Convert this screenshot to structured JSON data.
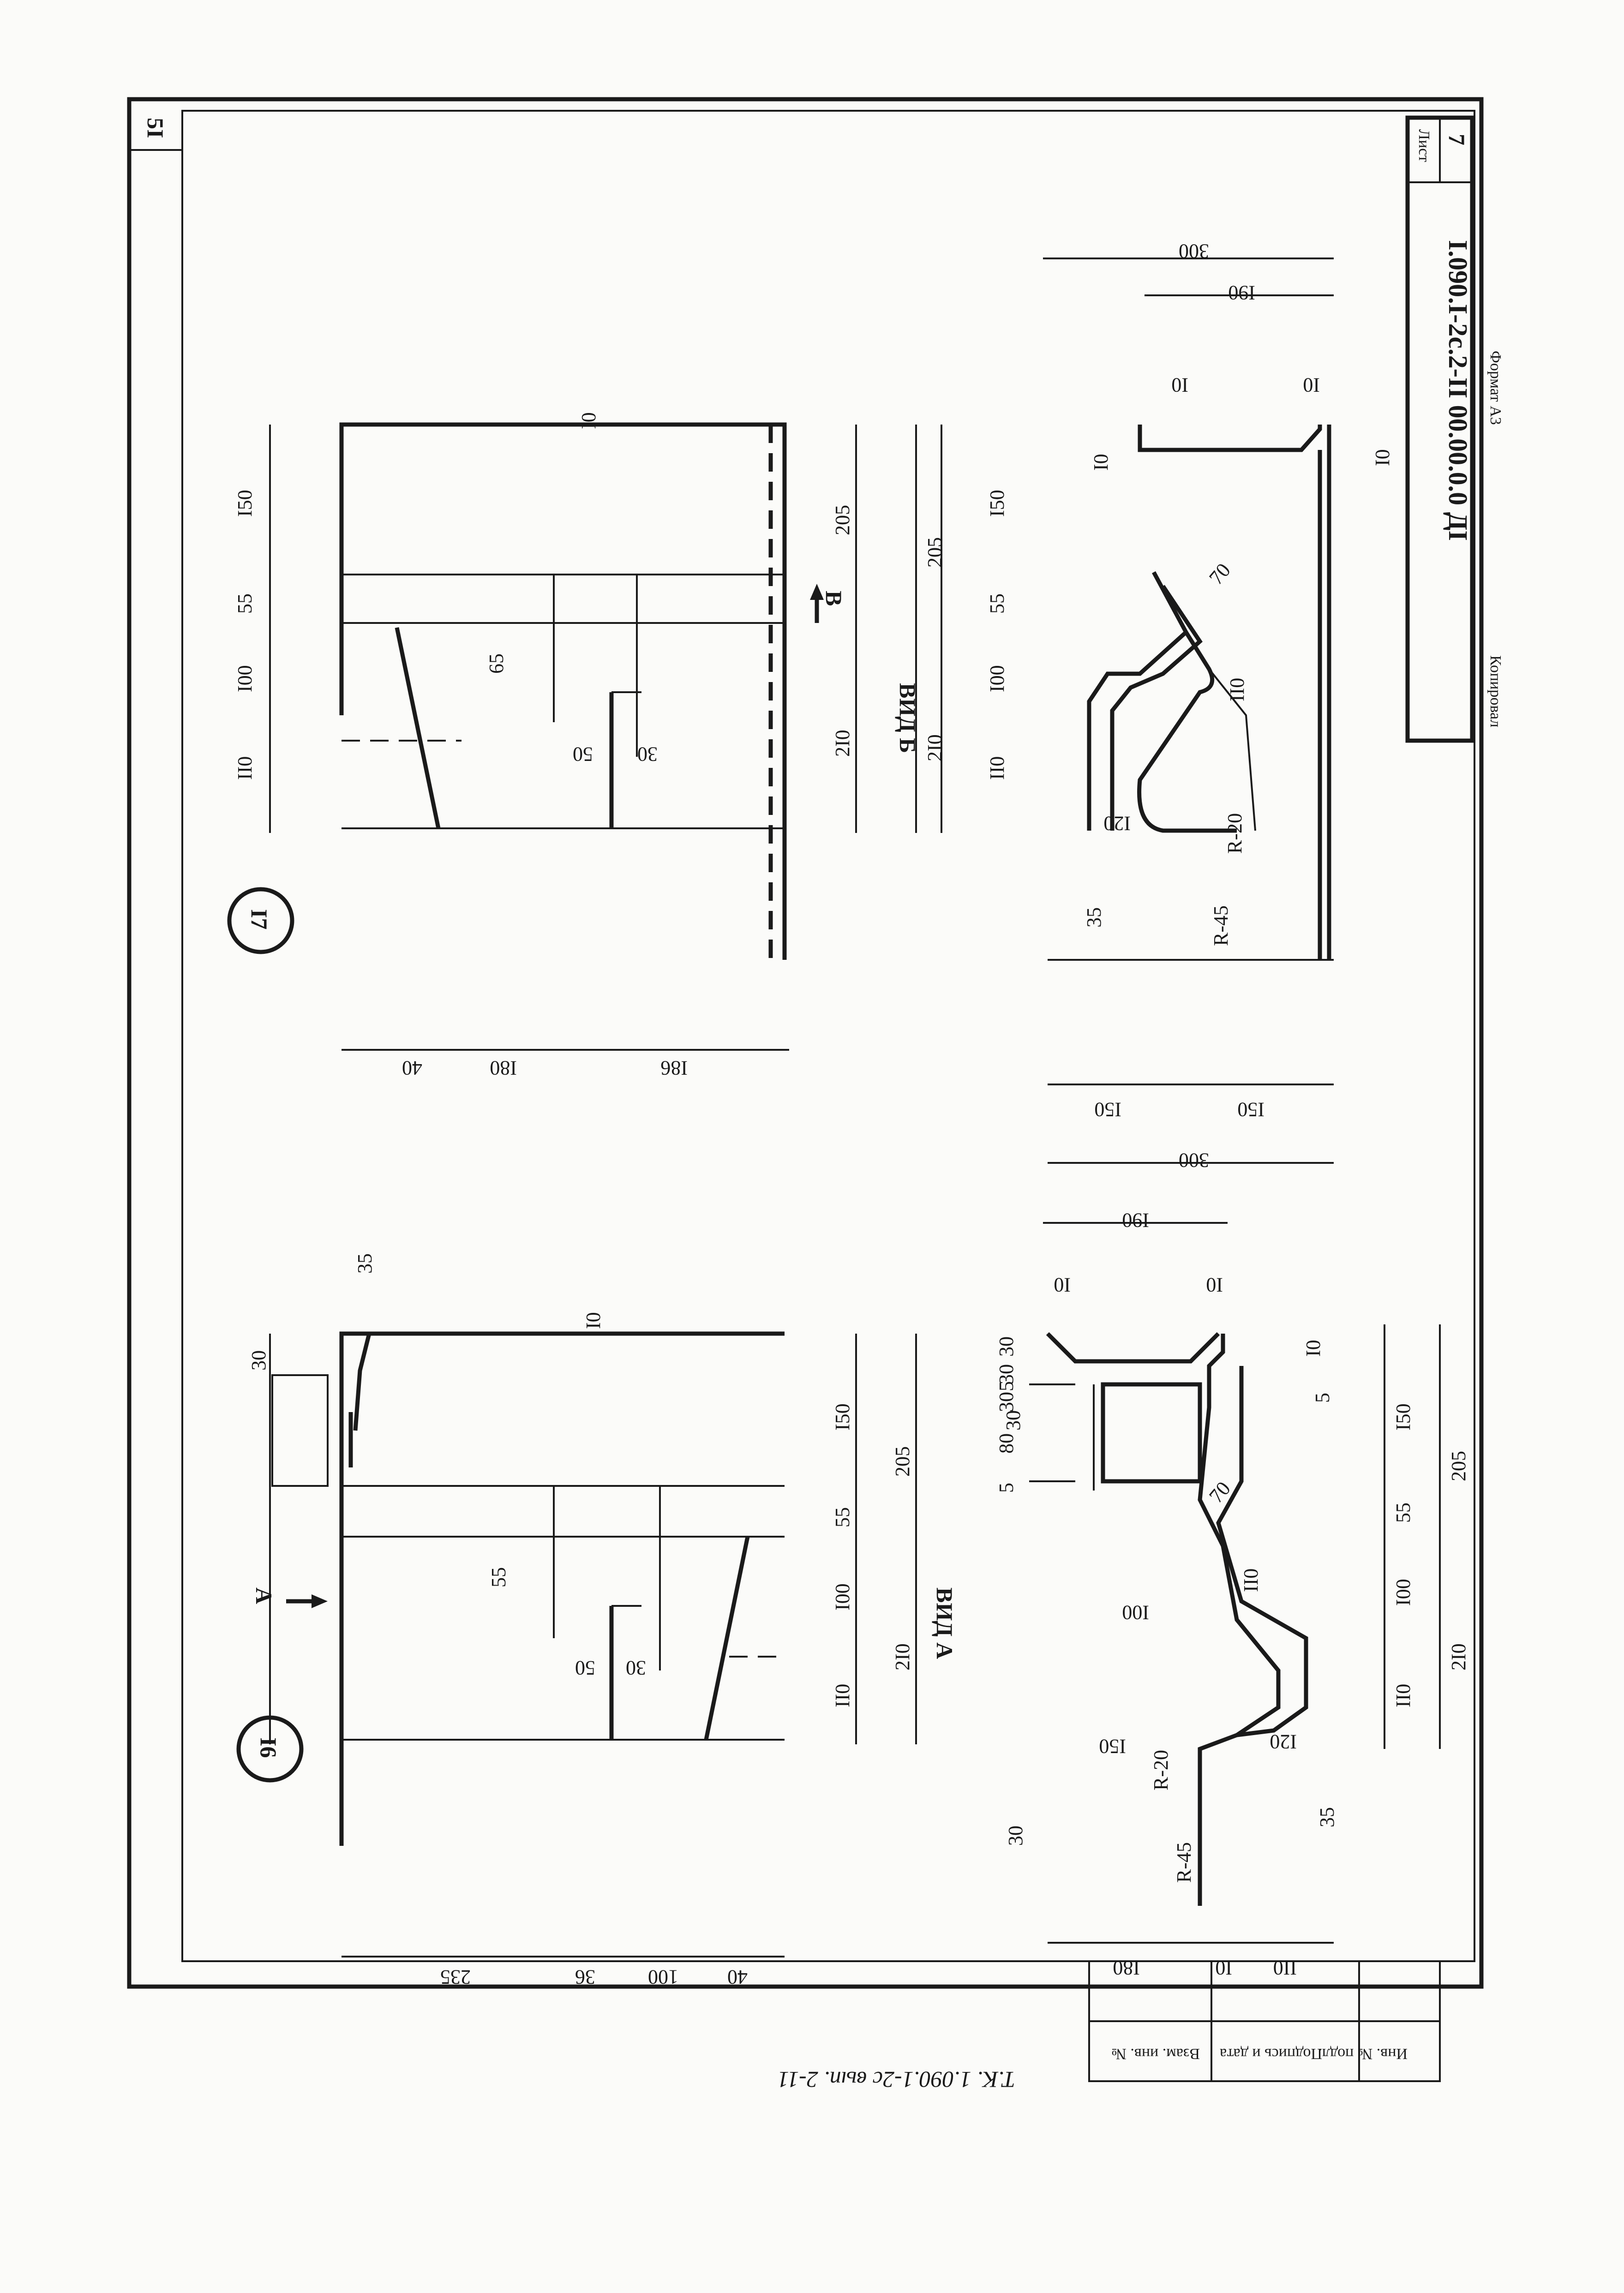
{
  "sheet": {
    "page_number": "5I",
    "list_label": "Лист",
    "list_number": "7",
    "designation": "I.090.I-2c.2-II 00.00.0.0 ДI",
    "copied_label": "Копировал",
    "format_label": "Формат А3",
    "footer_text": "Т.К. 1.090.1-2с вып. 2-11"
  },
  "stamp": {
    "inv_orig": "Инв. № подл.",
    "sign_date": "Подпись и дата",
    "vzam_inv": "Взам. инв. №"
  },
  "details": {
    "d16": {
      "marker": "I6",
      "view_label": "ВИД А",
      "arrow_label": "A"
    },
    "d17": {
      "marker": "I7",
      "view_label": "ВИД Б",
      "arrow_label": "B"
    }
  },
  "dims": {
    "d16_top": [
      "40",
      "100",
      "36",
      "235"
    ],
    "d16_side": [
      "II0",
      "I00",
      "55",
      "I50"
    ],
    "d16_side_total": [
      "2I0",
      "205"
    ],
    "d16_misc": [
      "30",
      "35",
      "I0",
      "55",
      "50",
      "30"
    ],
    "d16v_left": [
      "II0",
      "I0",
      "I80"
    ],
    "d16v_right": [
      "300",
      "I90",
      "I0",
      "I0"
    ],
    "d16v_side": [
      "II0",
      "I00",
      "55",
      "I50"
    ],
    "d16v_side_total": [
      "2I0",
      "205"
    ],
    "d16v_misc": [
      "30",
      "30",
      "5",
      "80",
      "5",
      "30",
      "70",
      "II0",
      "I00",
      "I50",
      "I20",
      "R-20",
      "R-45",
      "35",
      "30",
      "I0",
      "5",
      "30"
    ],
    "d17_top": [
      "I86",
      "I80",
      "40"
    ],
    "d17_side": [
      "II0",
      "I00",
      "55",
      "I50"
    ],
    "d17_side_total": [
      "2I0",
      "205"
    ],
    "d17_misc": [
      "I0",
      "65",
      "50",
      "30"
    ],
    "d17v_left": [
      "I50",
      "I50"
    ],
    "d17v_right": [
      "300",
      "I90",
      "I0",
      "I0"
    ],
    "d17v_side": [
      "II0",
      "I00",
      "55",
      "I50"
    ],
    "d17v_side_total": [
      "2I0",
      "205"
    ],
    "d17v_misc": [
      "I0",
      "I0",
      "70",
      "II0",
      "I20",
      "R-20",
      "R-45",
      "35"
    ]
  }
}
